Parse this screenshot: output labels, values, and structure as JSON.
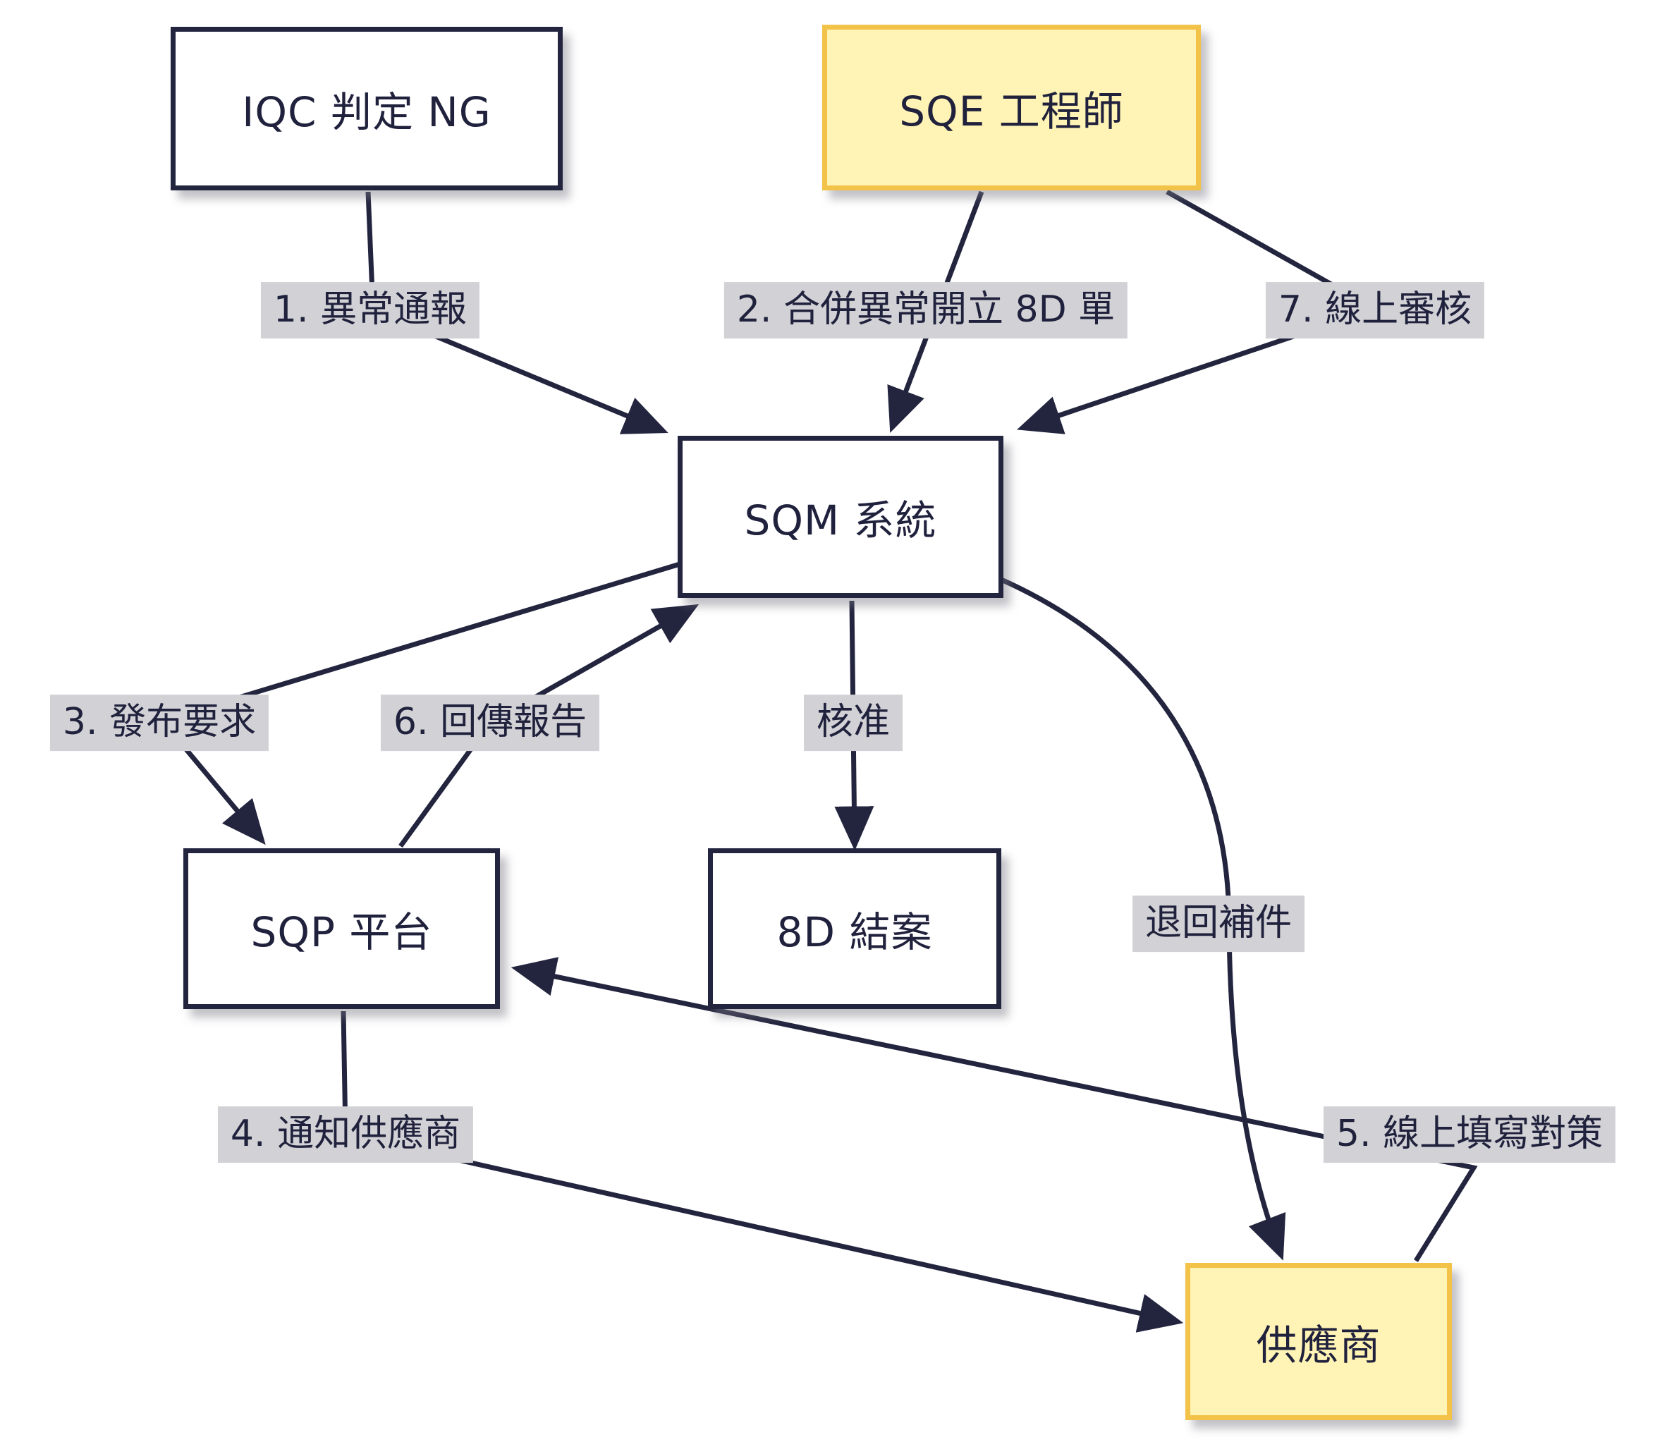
{
  "diagram": {
    "title": "SQM 8D flow diagram",
    "nodes": [
      {
        "id": "iqc",
        "label": "IQC 判定 NG",
        "style": "default"
      },
      {
        "id": "sqe",
        "label": "SQE 工程師",
        "style": "highlight"
      },
      {
        "id": "sqm",
        "label": "SQM 系統",
        "style": "default"
      },
      {
        "id": "sqp",
        "label": "SQP 平台",
        "style": "default"
      },
      {
        "id": "d8",
        "label": "8D 結案",
        "style": "default"
      },
      {
        "id": "supplier",
        "label": "供應商",
        "style": "highlight"
      }
    ],
    "edges": [
      {
        "from": "IQC 判定 NG",
        "to": "SQM 系統",
        "label": "1. 異常通報"
      },
      {
        "from": "SQE 工程師",
        "to": "SQM 系統",
        "label": "2. 合併異常開立 8D 單"
      },
      {
        "from": "SQE 工程師",
        "to": "SQM 系統",
        "label": "7. 線上審核"
      },
      {
        "from": "SQM 系統",
        "to": "SQP 平台",
        "label": "3. 發布要求"
      },
      {
        "from": "SQP 平台",
        "to": "SQM 系統",
        "label": "6. 回傳報告"
      },
      {
        "from": "SQM 系統",
        "to": "8D 結案",
        "label": "核准"
      },
      {
        "from": "SQM 系統",
        "to": "供應商",
        "label": "退回補件"
      },
      {
        "from": "SQP 平台",
        "to": "供應商",
        "label": "4. 通知供應商"
      },
      {
        "from": "供應商",
        "to": "SQP 平台",
        "label": "5. 線上填寫對策"
      }
    ],
    "colors": {
      "node_border": "#23253f",
      "node_fill": "#ffffff",
      "highlight_fill": "#fff3b5",
      "highlight_border": "#f2c249",
      "edge": "#23253f",
      "edge_label_bg": "#d2d2d6",
      "text": "#20223d",
      "background": "#ffffff"
    }
  }
}
